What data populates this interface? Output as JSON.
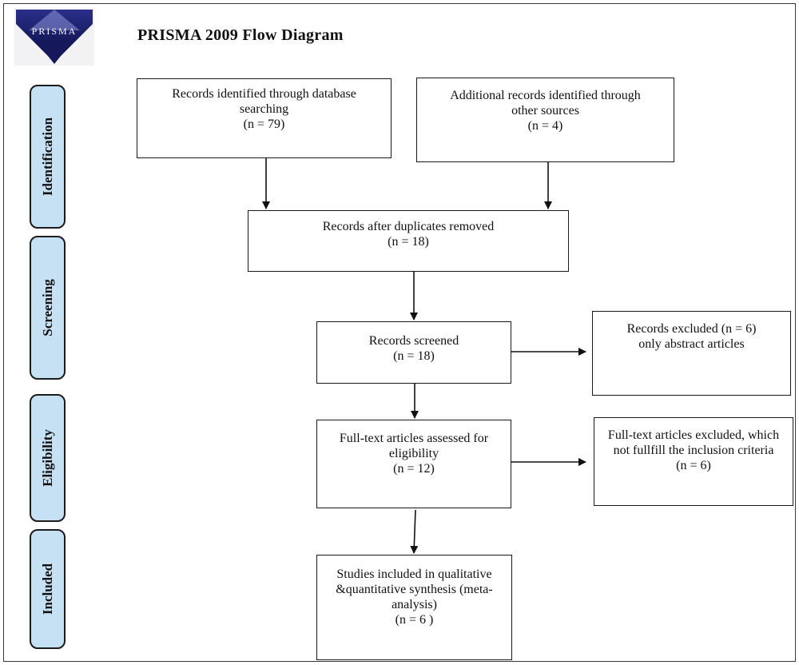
{
  "title": "PRISMA 2009 Flow Diagram",
  "logo": {
    "word": "PRISMA"
  },
  "phases": {
    "identification": "Identification",
    "screening": "Screening",
    "eligibility": "Eligibility",
    "included": "Included"
  },
  "nodes": {
    "database": {
      "text": "Records identified through database searching",
      "n": "(n = 79)"
    },
    "other": {
      "text": "Additional records identified through other sources",
      "n": "(n = 4)"
    },
    "dedup": {
      "text": "Records after duplicates removed",
      "n": "(n = 18)"
    },
    "screened": {
      "text": "Records screened",
      "n": "(n = 18)"
    },
    "excluded": {
      "text": "Records excluded (n = 6) only abstract articles"
    },
    "fulltext": {
      "text": "Full-text articles assessed for eligibility",
      "n": "(n = 12)"
    },
    "fulltext_excluded": {
      "text": "Full-text articles excluded, which not fullfill the inclusion criteria",
      "n": "(n = 6)"
    },
    "included": {
      "text": "Studies included in qualitative &quantitative synthesis (meta-analysis)",
      "n": "(n =  6 )"
    }
  },
  "colors": {
    "phase_fill": "#c6e1f4",
    "border": "#1a1a1a"
  }
}
